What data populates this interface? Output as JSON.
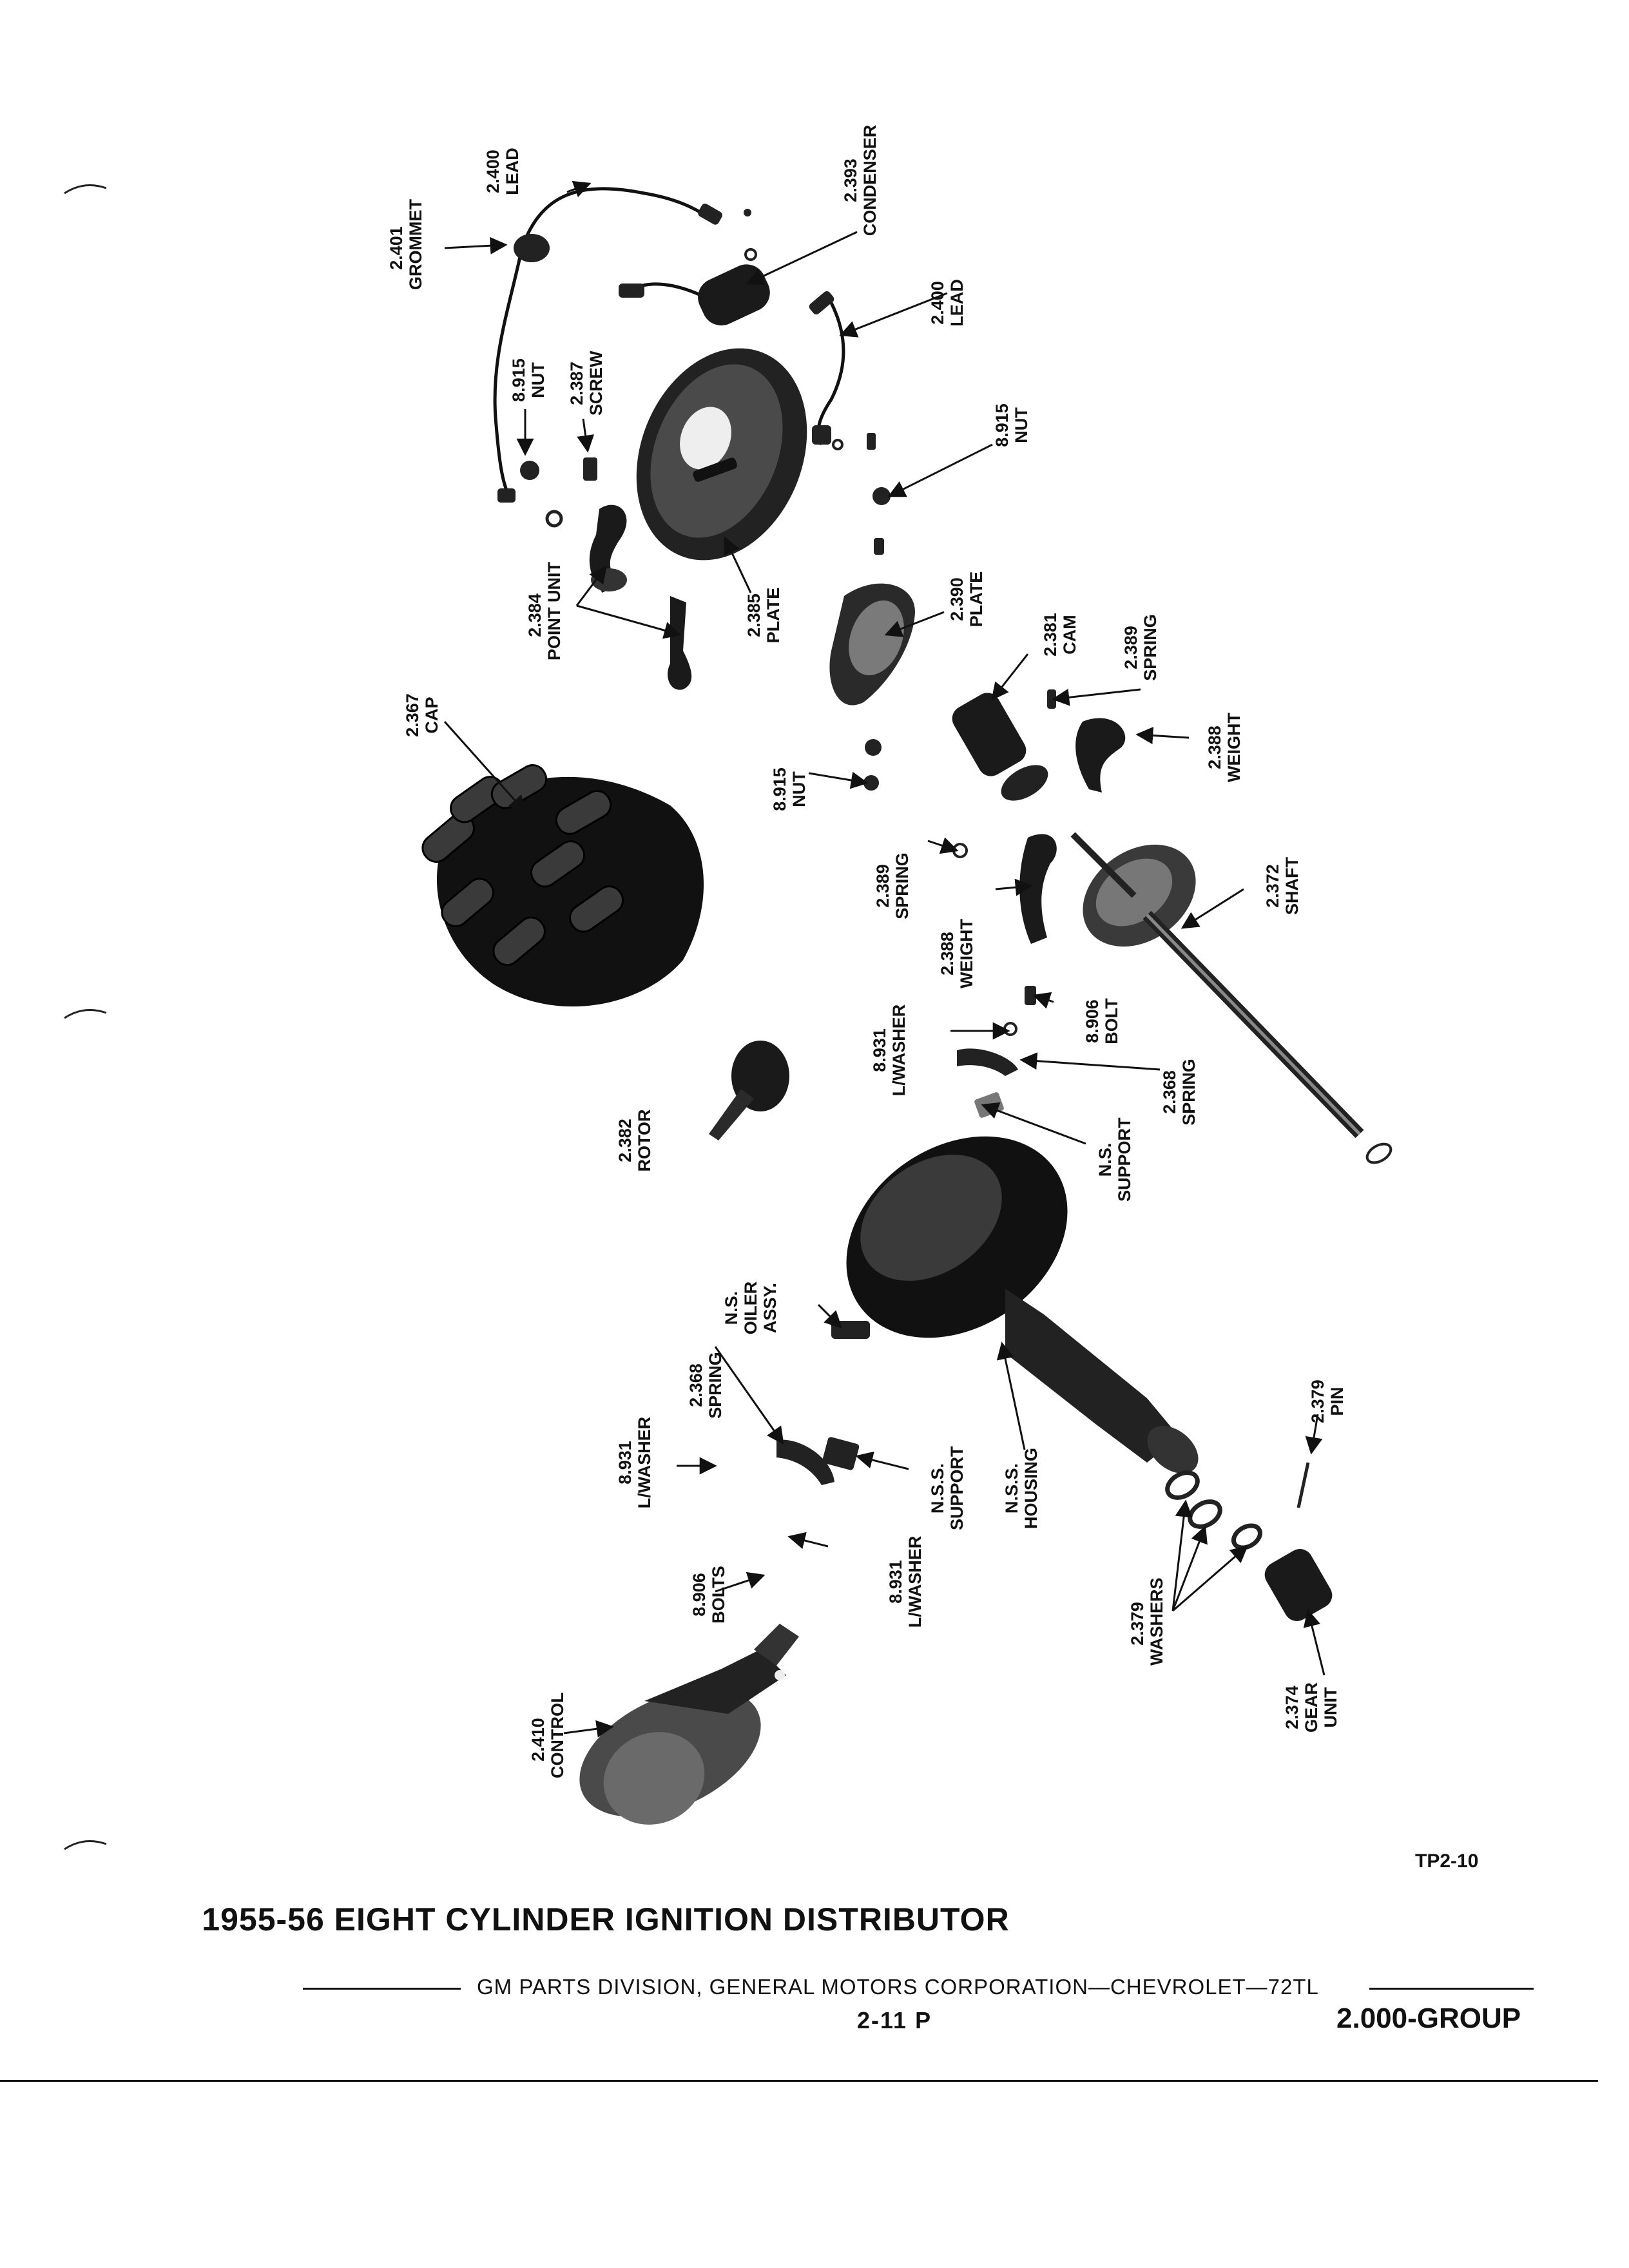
{
  "callouts": {
    "c2400a": [
      "2.400",
      "LEAD"
    ],
    "c2401": [
      "2.401",
      "GROMMET"
    ],
    "c2393": [
      "2.393",
      "CONDENSER"
    ],
    "c2400b": [
      "2.400",
      "LEAD"
    ],
    "c8915a": [
      "8.915",
      "NUT"
    ],
    "c2387": [
      "2.387",
      "SCREW"
    ],
    "c8915b": [
      "8.915",
      "NUT"
    ],
    "c2384": [
      "2.384",
      "POINT UNIT"
    ],
    "c2385": [
      "2.385",
      "PLATE"
    ],
    "c2390": [
      "2.390",
      "PLATE"
    ],
    "c2381": [
      "2.381",
      "CAM"
    ],
    "c2389a": [
      "2.389",
      "SPRING"
    ],
    "c2367": [
      "2.367",
      "CAP"
    ],
    "c8915c": [
      "8.915",
      "NUT"
    ],
    "c2388a": [
      "2.388",
      "WEIGHT"
    ],
    "c2389b": [
      "2.389",
      "SPRING"
    ],
    "c2372": [
      "2.372",
      "SHAFT"
    ],
    "c2388b": [
      "2.388",
      "WEIGHT"
    ],
    "c8906a": [
      "8.906",
      "BOLT"
    ],
    "c8931a": [
      "8.931",
      "L/WASHER"
    ],
    "c2368a": [
      "2.368",
      "SPRING"
    ],
    "c2382": [
      "2.382",
      "ROTOR"
    ],
    "cns1": [
      "N.S.",
      "SUPPORT"
    ],
    "cns2": [
      "N.S.",
      "OILER",
      "ASSY."
    ],
    "c2368b": [
      "2.368",
      "SPRING"
    ],
    "c8931b": [
      "8.931",
      "L/WASHER"
    ],
    "cnss1": [
      "N.S.S.",
      "SUPPORT"
    ],
    "cnss2": [
      "N.S.S.",
      "HOUSING"
    ],
    "c2379a": [
      "2.379",
      "PIN"
    ],
    "c8906b": [
      "8.906",
      "BOLTS"
    ],
    "c8931c": [
      "8.931",
      "L/WASHER"
    ],
    "c2379b": [
      "2.379",
      "WASHERS"
    ],
    "c2410": [
      "2.410",
      "CONTROL"
    ],
    "c2374": [
      "2.374",
      "GEAR",
      "UNIT"
    ]
  },
  "figure_id": "TP2-10",
  "caption": "1955-56 EIGHT CYLINDER IGNITION DISTRIBUTOR",
  "footer": {
    "publisher": "GM PARTS DIVISION, GENERAL MOTORS CORPORATION—CHEVROLET—72TL",
    "page_number": "2-11 P",
    "group": "2.000-GROUP"
  }
}
